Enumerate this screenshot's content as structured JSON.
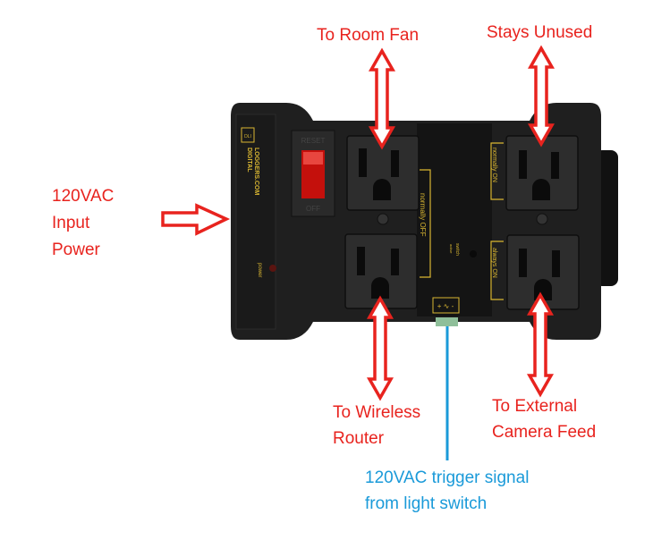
{
  "labels": {
    "room_fan": "To Room Fan",
    "stays_unused": "Stays Unused",
    "input_line1": "120VAC",
    "input_line2": "Input",
    "input_line3": "Power",
    "router_line1": "To Wireless",
    "router_line2": "Router",
    "camera_line1": "To External",
    "camera_line2": "Camera Feed",
    "trigger_line1": "120VAC trigger signal",
    "trigger_line2": "from light switch"
  },
  "device": {
    "brand_line1": "DIGITAL",
    "brand_line2": "LOGGERS.COM",
    "logo": "DLI",
    "reset": "RESET",
    "off": "OFF",
    "power": "power",
    "normally_off": "normally OFF",
    "normally_on": "normally ON",
    "always_on": "always ON",
    "switch_active_1": "switch",
    "switch_active_2": "active",
    "terminal": "+ ∿ -"
  },
  "colors": {
    "arrow": "#e8231e",
    "signal": "#1a9ad9",
    "device": "#1c1c1c",
    "accent": "#d9b632"
  }
}
